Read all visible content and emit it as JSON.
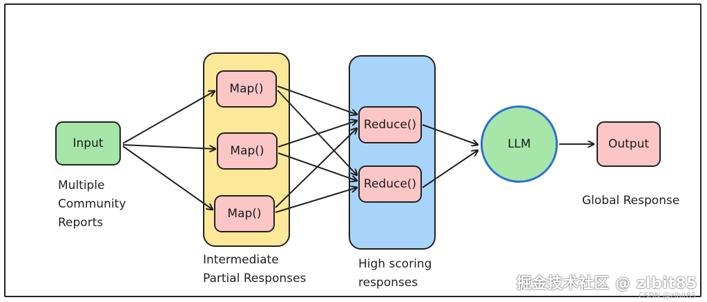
{
  "nodes": {
    "input": "Input",
    "map_1": "Map()",
    "map_2": "Map()",
    "map_3": "Map()",
    "reduce_1": "Reduce()",
    "reduce_2": "Reduce()",
    "llm": "LLM",
    "output": "Output"
  },
  "captions": {
    "input": [
      "Multiple",
      "Community",
      "Reports"
    ],
    "map_group": [
      "Intermediate",
      "Partial Responses"
    ],
    "reduce_group": [
      "High scoring",
      "responses"
    ],
    "output": "Global Response"
  },
  "watermark": "掘金技术社区 @ zlbit85",
  "watermark_small": "CSDN @zlbit85",
  "colors": {
    "input_fill": "#a6e6a8",
    "map_group_fill": "#fde89a",
    "reduce_group_fill": "#a8d4fb",
    "box_fill": "#fcc6c6",
    "llm_fill": "#a6e6a8",
    "llm_border": "#2b6fd6",
    "edge": "#1f1f1f"
  }
}
